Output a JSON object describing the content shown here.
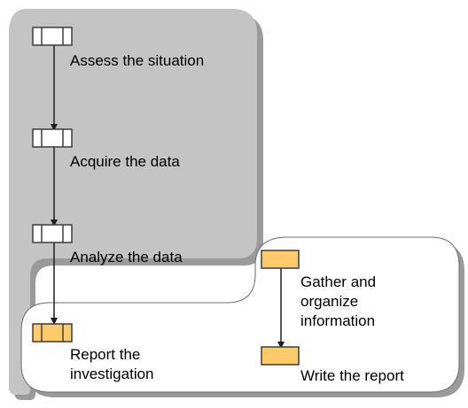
{
  "process_steps": [
    {
      "label": "Assess the situation"
    },
    {
      "label": "Acquire the data"
    },
    {
      "label": "Analyze the data"
    },
    {
      "label": "Report the\ninvestigation"
    }
  ],
  "substeps": [
    {
      "label": "Gather and\norganize\ninformation"
    },
    {
      "label": "Write the report"
    }
  ],
  "colors": {
    "phase_panel": "#c4c4c4",
    "phase_shadow": "#9a9a9a",
    "detail_panel": "#ffffff",
    "detail_border": "#6e6e6e",
    "step_icon_inactive": "#ffffff",
    "step_icon_active": "#ffca6a",
    "icon_stroke": "#3c3c3c",
    "connector": "#1e1e1e"
  }
}
